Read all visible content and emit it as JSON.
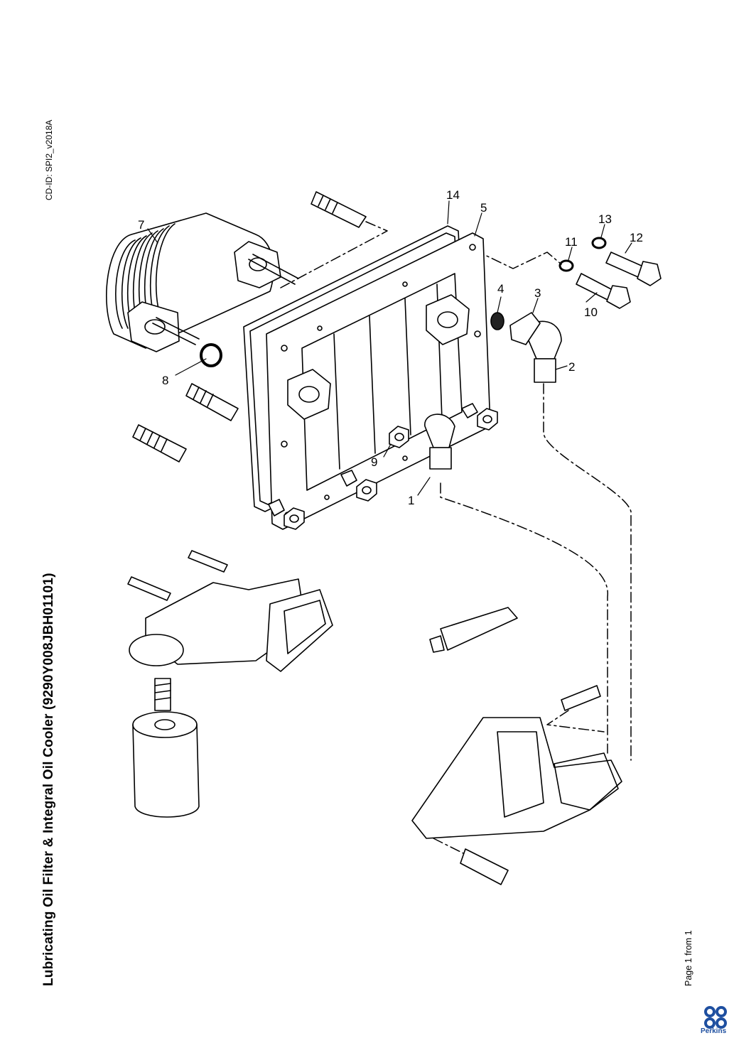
{
  "document": {
    "title": "Lubricating Oil Filter & Integral Oil Cooler (9290Y008JBH01101)",
    "cd_id": "CD-ID: SPI2_v2018A",
    "page_info": "Page 1 from 1",
    "brand": "Perkins"
  },
  "callouts": [
    {
      "id": "1",
      "label": "1"
    },
    {
      "id": "2",
      "label": "2"
    },
    {
      "id": "3",
      "label": "3"
    },
    {
      "id": "4",
      "label": "4"
    },
    {
      "id": "5",
      "label": "5"
    },
    {
      "id": "7",
      "label": "7"
    },
    {
      "id": "8",
      "label": "8"
    },
    {
      "id": "9",
      "label": "9"
    },
    {
      "id": "10",
      "label": "10"
    },
    {
      "id": "11",
      "label": "11"
    },
    {
      "id": "12",
      "label": "12"
    },
    {
      "id": "13",
      "label": "13"
    },
    {
      "id": "14",
      "label": "14"
    }
  ],
  "colors": {
    "line": "#000000",
    "brand": "#1e4fa0"
  }
}
